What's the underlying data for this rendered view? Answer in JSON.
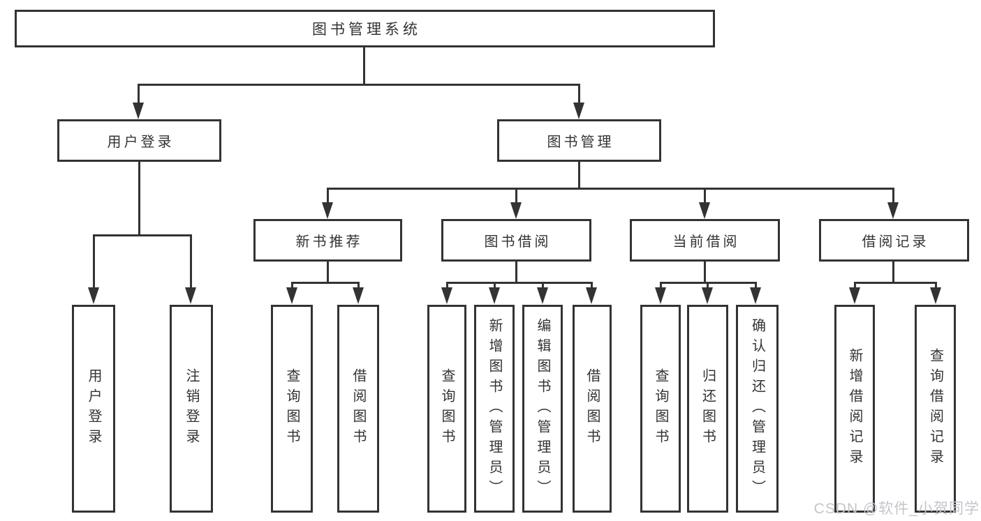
{
  "nodes": {
    "root": {
      "label": "图书管理系统"
    },
    "user_login": {
      "label": "用户登录"
    },
    "book_mgmt": {
      "label": "图书管理"
    },
    "new_book_rec": {
      "label": "新书推荐"
    },
    "book_borrow": {
      "label": "图书借阅"
    },
    "current_borrow": {
      "label": "当前借阅"
    },
    "borrow_records": {
      "label": "借阅记录"
    },
    "leaf_user_login": {
      "label": "用户登录"
    },
    "leaf_logout_login": {
      "label": "注销登录"
    },
    "leaf_nbr_query_books": {
      "label": "查询图书"
    },
    "leaf_nbr_borrow_books": {
      "label": "借阅图书"
    },
    "leaf_bb_query_books": {
      "label": "查询图书"
    },
    "leaf_bb_add_books": {
      "label": "新增图书（管理员）"
    },
    "leaf_bb_edit_books": {
      "label": "编辑图书（管理员）"
    },
    "leaf_bb_borrow_books": {
      "label": "借阅图书"
    },
    "leaf_cb_query_books": {
      "label": "查询图书"
    },
    "leaf_cb_return_books": {
      "label": "归还图书"
    },
    "leaf_cb_confirm_return": {
      "label": "确认归还（管理员）"
    },
    "leaf_br_add_record": {
      "label": "新增借阅记录"
    },
    "leaf_br_query_record": {
      "label": "查询借阅记录"
    }
  },
  "hierarchy": {
    "图书管理系统": [
      "用户登录",
      "图书管理"
    ],
    "用户登录": [
      "用户登录",
      "注销登录"
    ],
    "图书管理": [
      "新书推荐",
      "图书借阅",
      "当前借阅",
      "借阅记录"
    ],
    "新书推荐": [
      "查询图书",
      "借阅图书"
    ],
    "图书借阅": [
      "查询图书",
      "新增图书（管理员）",
      "编辑图书（管理员）",
      "借阅图书"
    ],
    "当前借阅": [
      "查询图书",
      "归还图书",
      "确认归还（管理员）"
    ],
    "借阅记录": [
      "新增借阅记录",
      "查询借阅记录"
    ]
  },
  "colors": {
    "line": "#333333",
    "text": "#333333",
    "background": "#ffffff",
    "watermark": "#c3c6cb"
  },
  "watermark": {
    "text": "CSDN @软件_小贺同学"
  }
}
